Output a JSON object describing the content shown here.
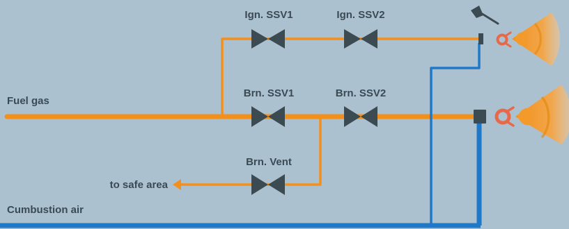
{
  "labels": {
    "ign_ssv1": "Ign. SSV1",
    "ign_ssv2": "Ign. SSV2",
    "brn_ssv1": "Brn. SSV1",
    "brn_ssv2": "Brn. SSV2",
    "brn_vent": "Brn. Vent",
    "fuel_gas": "Fuel gas",
    "to_safe_area": "to safe area",
    "combustion_air": "Cumbustion air"
  },
  "colors": {
    "background": "#acc1d0",
    "fuel_line": "#f2901b",
    "air_line": "#1f78c8",
    "valve": "#3c4a52",
    "flame": "#f2901b",
    "burner_ring": "#e8694a",
    "text": "#3a4a54"
  },
  "icons": [
    "valve-icon",
    "flame-icon",
    "burner-icon",
    "igniter-icon",
    "arrow-left-icon"
  ]
}
